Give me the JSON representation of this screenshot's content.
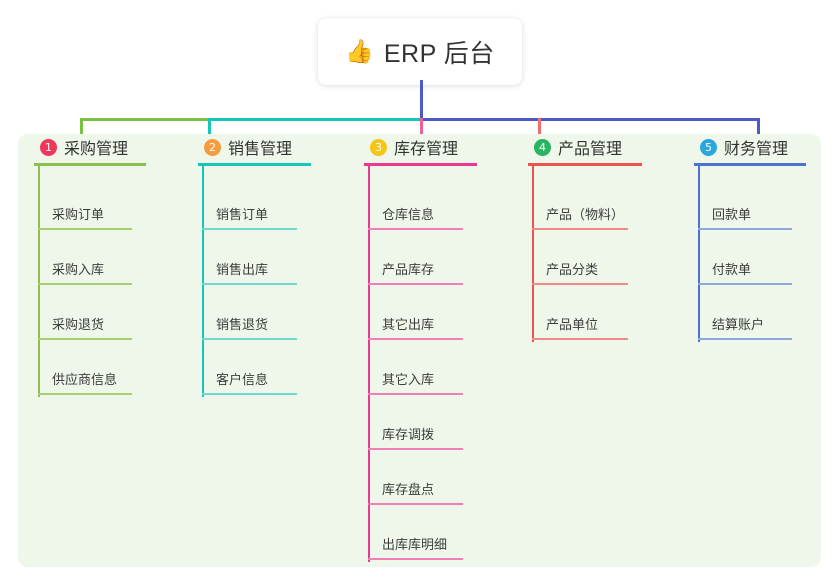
{
  "root": {
    "icon": "thumbs-up-icon",
    "icon_glyph": "👍",
    "title": "ERP 后台"
  },
  "canvas": {
    "background": "#eef7e9"
  },
  "connector_colors": {
    "branch1": "#7ac143",
    "branch2": "#16c6b6",
    "branch3": "#ec5f9b",
    "branch4": "#f26d6d",
    "branch5": "#4e58c8",
    "trunk": "#4e58c8"
  },
  "columns": [
    {
      "number": "1",
      "title": "采购管理",
      "badge_color": "#f0375a",
      "line_color": "#8cc152",
      "child_line_color": "#a9d06e",
      "items": [
        "采购订单",
        "采购入库",
        "采购退货",
        "供应商信息"
      ]
    },
    {
      "number": "2",
      "title": "销售管理",
      "badge_color": "#f79b3f",
      "line_color": "#16c6b6",
      "child_line_color": "#6fd9cf",
      "items": [
        "销售订单",
        "销售出库",
        "销售退货",
        "客户信息"
      ]
    },
    {
      "number": "3",
      "title": "库存管理",
      "badge_color": "#f5c518",
      "line_color": "#e8398f",
      "child_line_color": "#ef7fb4",
      "items": [
        "仓库信息",
        "产品库存",
        "其它出库",
        "其它入库",
        "库存调拨",
        "库存盘点",
        "出库库明细"
      ]
    },
    {
      "number": "4",
      "title": "产品管理",
      "badge_color": "#28b463",
      "line_color": "#f0504f",
      "child_line_color": "#f08a86",
      "items": [
        "产品（物料）",
        "产品分类",
        "产品单位"
      ]
    },
    {
      "number": "5",
      "title": "财务管理",
      "badge_color": "#29a8e0",
      "line_color": "#4e72d0",
      "child_line_color": "#8fa6e0",
      "items": [
        "回款单",
        "付款单",
        "结算账户"
      ]
    }
  ]
}
